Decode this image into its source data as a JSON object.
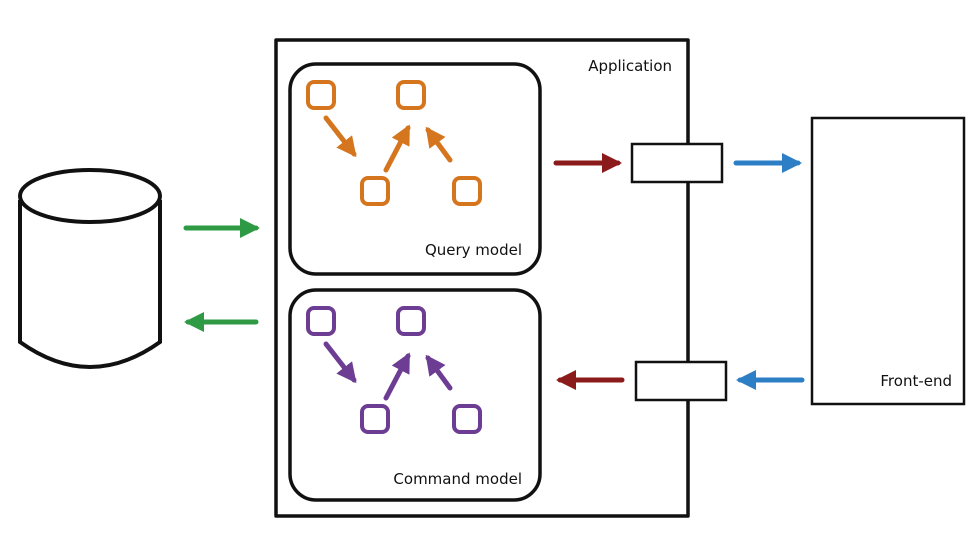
{
  "labels": {
    "application": "Application",
    "query_model": "Query model",
    "command_model": "Command model",
    "front_end": "Front-end"
  },
  "colors": {
    "query_nodes": "#d5761f",
    "command_nodes": "#6d3d93",
    "db_arrows": "#2e9a43",
    "internal_arrows": "#8b1a1a",
    "frontend_arrows": "#2c7ec5",
    "outline": "#111111"
  }
}
